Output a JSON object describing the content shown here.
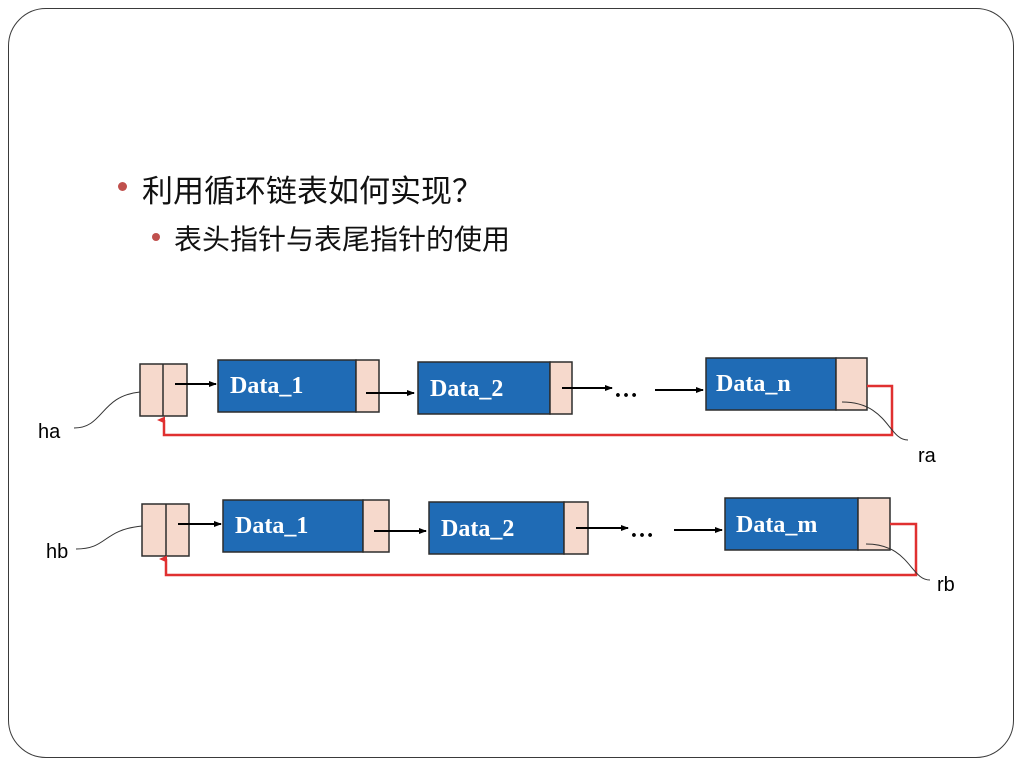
{
  "bullets": {
    "level1": "利用循环链表如何实现？",
    "level2": "表头指针与表尾指针的使用"
  },
  "colors": {
    "node_fill": "#1f6bb5",
    "pointer_cell": "#f6d9cc",
    "return_link": "#e03030",
    "bullet_dot": "#c0504d"
  },
  "list_a": {
    "head_label": "ha",
    "tail_label": "ra",
    "nodes": [
      "Data_1",
      "Data_2",
      "Data_n"
    ],
    "ellipsis": "…"
  },
  "list_b": {
    "head_label": "hb",
    "tail_label": "rb",
    "nodes": [
      "Data_1",
      "Data_2",
      "Data_m"
    ],
    "ellipsis": "…"
  }
}
